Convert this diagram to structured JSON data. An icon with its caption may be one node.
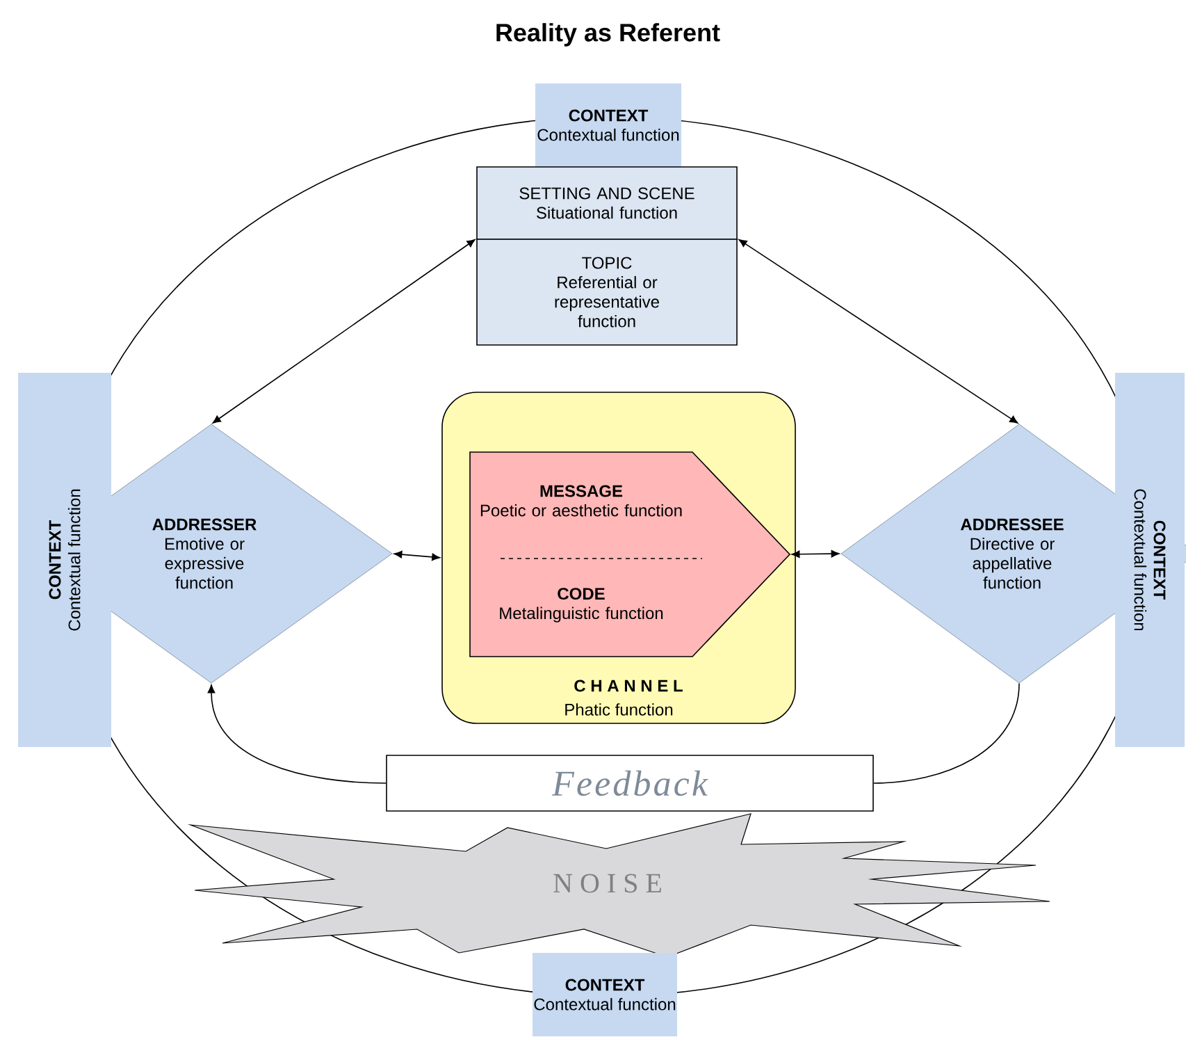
{
  "diagram": {
    "title": "Reality as Referent",
    "nodes": [
      {
        "text": [
          "CONTEXT",
          "Contextual function"
        ]
      },
      {
        "text": [
          "SETTING AND SCENE",
          "Situational function"
        ]
      },
      {
        "text": [
          "TOPIC",
          "Referential or representative function"
        ]
      },
      {
        "text": [
          "CONTEXT",
          "Contextual function"
        ]
      },
      {
        "text": [
          "ADDRESSER",
          "Emotive or expressive function"
        ]
      },
      {
        "text": [
          "C H A N N E L",
          "Phatic function"
        ]
      },
      {
        "text": [
          "MESSAGE",
          "Poetic or aesthetic function",
          "CODE",
          "Metalinguistic function"
        ],
        "in": 5
      },
      {
        "text": [
          "ADDRESSEE",
          "Directive or appellative function"
        ]
      },
      {
        "text": [
          "CONTEXT",
          "Contextual function"
        ]
      },
      {
        "text": [
          "Feedback"
        ]
      },
      {
        "text": [
          "N O I S E"
        ]
      },
      {
        "text": [
          "CONTEXT",
          "Contextual function"
        ]
      }
    ],
    "edges": [
      {
        "from": 4,
        "to": 2,
        "arrow": "both"
      },
      {
        "from": 7,
        "to": 2,
        "arrow": "both"
      },
      {
        "from": 4,
        "to": 5,
        "arrow": "both"
      },
      {
        "from": 6,
        "to": 7,
        "arrow": "both"
      },
      {
        "from": 7,
        "to": 9,
        "arrow": "none"
      },
      {
        "from": 9,
        "to": 4,
        "arrow": "to"
      }
    ]
  }
}
